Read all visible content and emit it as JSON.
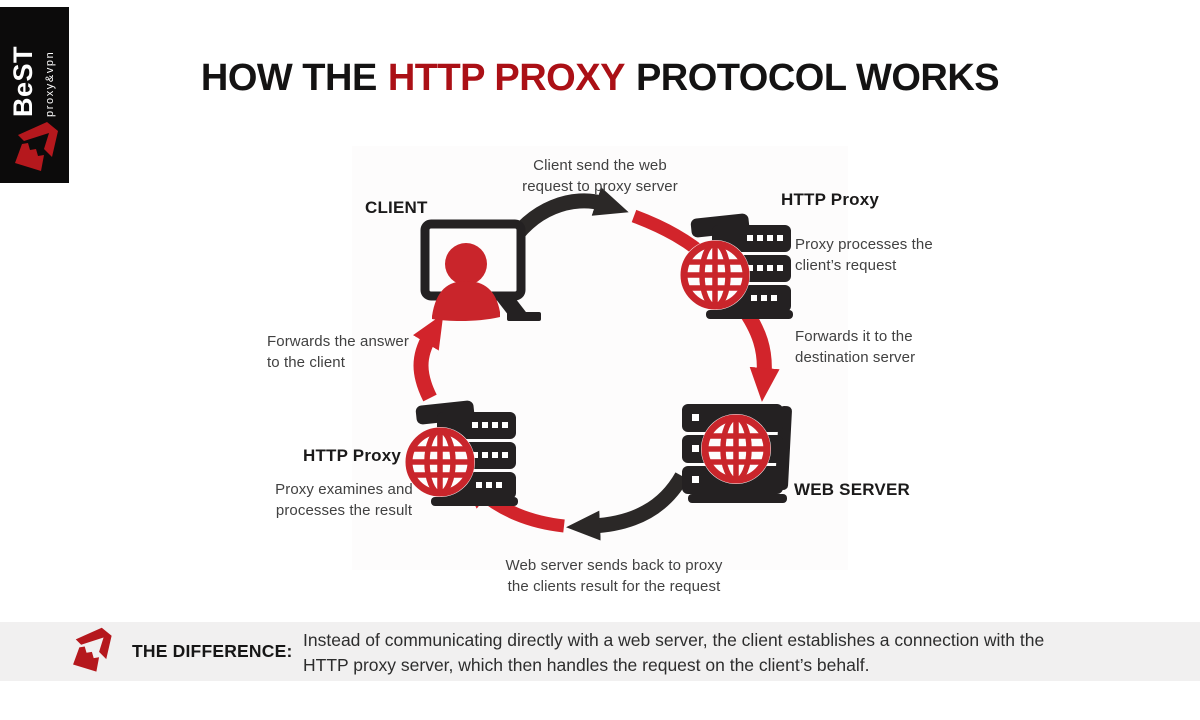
{
  "logo": {
    "brand": "BeST",
    "tagline": "proxy&vpn"
  },
  "title": {
    "prefix": "HOW THE",
    "highlight": "HTTP PROXY",
    "suffix": "PROTOCOL WORKS"
  },
  "diagram": {
    "client_label": "CLIENT",
    "proxy_top_label": "HTTP Proxy",
    "proxy_top_caption": "Proxy processes the\nclient’s request",
    "web_server_label": "WEB SERVER",
    "proxy_bottom_label": "HTTP Proxy",
    "proxy_bottom_caption": "Proxy examines and\nprocesses the result",
    "step_top": "Client send the web\nrequest to proxy server",
    "step_right": "Forwards it to the\ndestination server",
    "step_bottom": "Web server sends back to proxy\nthe clients result for the request",
    "step_left": "Forwards the answer\nto the client"
  },
  "footer": {
    "heading": "THE DIFFERENCE:",
    "text": "Instead of communicating directly with a web server, the client establishes a connection with the\nHTTP proxy server, which then handles the request on the client’s behalf."
  },
  "colors": {
    "accent_red": "#d2242b",
    "title_red": "#ab1016",
    "icon_dark": "#242122",
    "footer_bg": "#f1f0f0"
  }
}
